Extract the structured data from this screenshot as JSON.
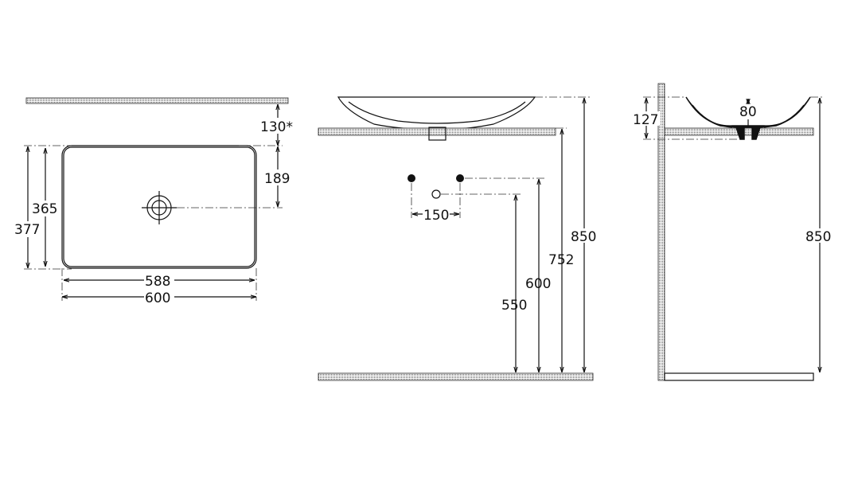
{
  "title": "Countertop basin dimension drawing",
  "colors": {
    "line": "#111111",
    "background": "#ffffff"
  },
  "top_view": {
    "dim_counter_to_basin": "130*",
    "dim_edge_to_drain": "189",
    "dim_inner_depth": "365",
    "dim_outer_depth": "377",
    "dim_inner_width": "588",
    "dim_outer_width": "600"
  },
  "front_view": {
    "dim_tap_spacing": "150",
    "dim_waste_height": "550",
    "dim_supply_height": "600",
    "dim_counter_height": "752",
    "dim_total_height": "850"
  },
  "side_view": {
    "dim_basin_height": "127",
    "dim_drain_diameter": "80",
    "dim_total_height": "850"
  }
}
